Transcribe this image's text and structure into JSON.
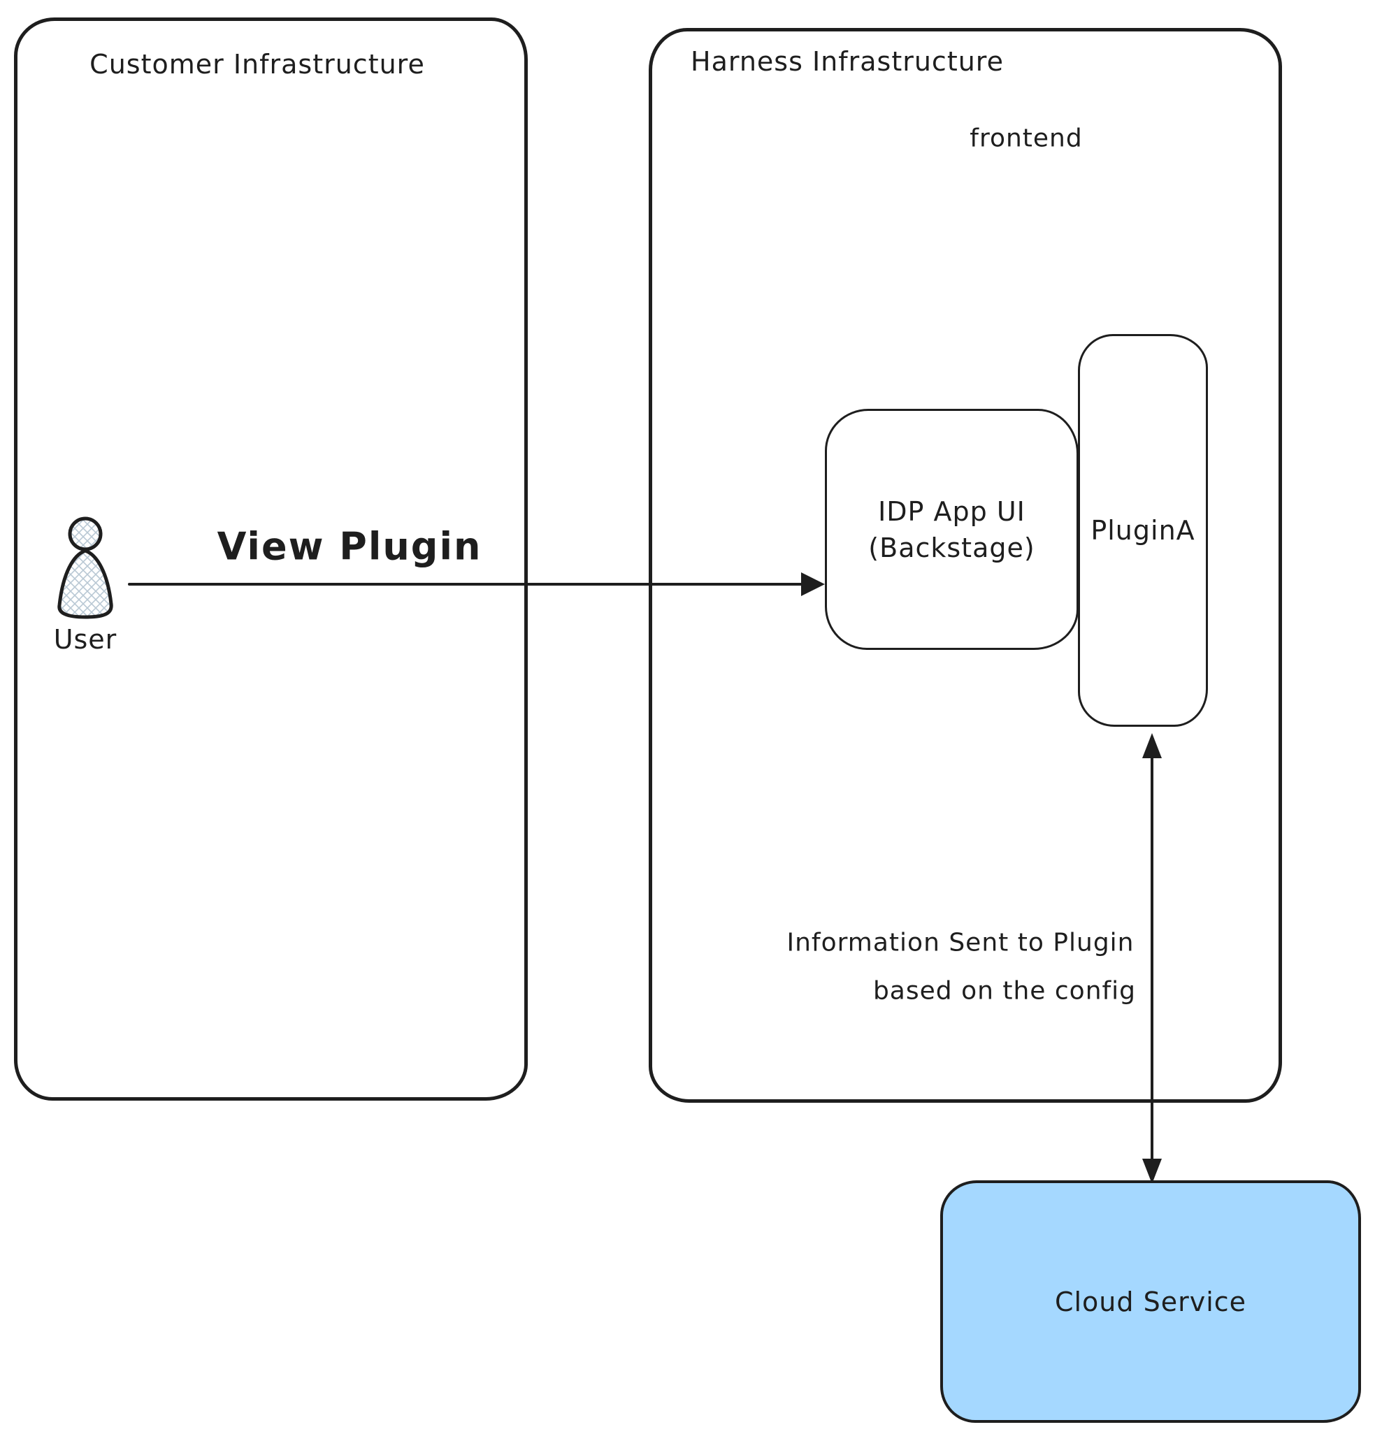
{
  "colors": {
    "stroke": "#1e1e1e",
    "cloud_fill": "#a5d8ff",
    "hatch": "#b9c8d4"
  },
  "customer_box": {
    "label": "Customer Infrastructure"
  },
  "harness_box": {
    "label": "Harness Infrastructure",
    "frontend_label": "frontend"
  },
  "user": {
    "label": "User"
  },
  "idp_box": {
    "line1": "IDP App UI",
    "line2": "(Backstage)"
  },
  "plugin_box": {
    "label": "PluginA"
  },
  "cloud_box": {
    "label": "Cloud Service"
  },
  "view_plugin_arrow": {
    "label": "View Plugin"
  },
  "info_arrow": {
    "line1": "Information Sent to Plugin",
    "line2": "based on the config"
  }
}
